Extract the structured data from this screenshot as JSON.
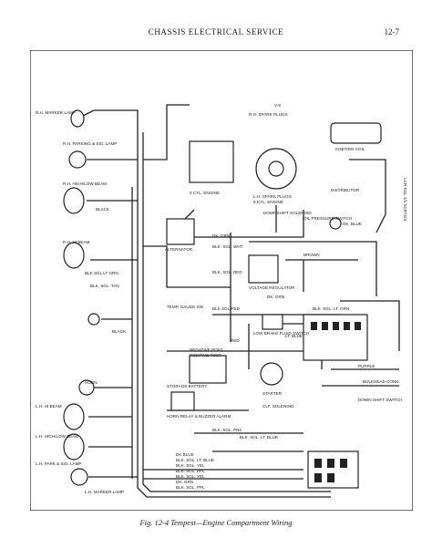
{
  "header": {
    "title": "CHASSIS ELECTRICAL SERVICE",
    "page": "12-7"
  },
  "caption": "Fig. 12-4  Tempest—Engine Compartment Wiring",
  "labels": {
    "rh_marker_lamp": "R.H. MARKER LAMP",
    "rh_park_side": "R.H. PARKING & SIG. LAMP",
    "rh_hilo": "R.H. HIGH/LOW BEAM",
    "black": "BLACK",
    "rh_hibeam": "R.H. HI BEAM",
    "blk_sgl_ltgrn": "BLK SGL LT GRN",
    "blk_sgl_tan": "BLK. SGL. TAN",
    "front_black": "BLACK",
    "cyl6": "6 CYL. ENGINE",
    "cyl8": "8 CYL. ENGINE",
    "spark_rh": "R.H. SPARK PLUGS",
    "spark_lh": "L.H. SPARK PLUGS",
    "v8": "V-8",
    "ign_coil": "IGNITION COIL",
    "distributor": "DISTRIBUTOR",
    "downshift_sol": "DOWNSHIFT SOLENOID",
    "oil_press_sw": "OIL PRESSURE SWITCH",
    "dk_blue": "DK. BLUE",
    "alternator": "ALTERNATOR",
    "dk_grn": "DK. GRN",
    "blk_sgl_wht": "BLK. SGL. WHT",
    "brown": "BROWN",
    "blk_sgl_red": "BLK. SGL. RED",
    "voltage_reg": "VOLTAGE REGULATOR",
    "dk_grn2": "DK. GRN",
    "temp_gauge": "TEMP. GAUGE SW.",
    "blk_sgl_red2": "BLK SGL RED",
    "low_brake": "LOW BRAKE FLUID SWITCH",
    "blk_sgl_ltgrn2": "BLK. SGL. LT. GRN",
    "horn_relay": "HORN RELAY & BUZZER ALARM",
    "storage_battery": "STORAGE BATTERY",
    "neg_post": "NEGATIVE POST",
    "pos_post": "POSITIVE POST",
    "starter": "STARTER",
    "starter_sol": "CLF. SOLENOID",
    "red": "RED",
    "purple": "PURPLE",
    "bulkhead": "BULKHEAD CONN.",
    "dimmer": "DOWN SHIFT SWITCH",
    "lh_hibeam": "L.H. HI BEAM",
    "lh_hilo": "L.H. HIGH/LOW BEAM",
    "lh_park": "L.H. PARK & SIG. LAMP",
    "lh_marker": "L.H. MARKER LAMP",
    "w1": "BLK. SGL. PNK",
    "w2": "DK BLUE",
    "w3": "BLK. SGL. LT. BLUE",
    "w4": "BLK. SGL. YEL",
    "w5": "BLK. SGL. PPL",
    "w6": "BLK. SGL. PPL",
    "w7": "DK. GRN",
    "w8": "BLK. SGL. YEL",
    "w9": "BLK. SGL. LT. BLUE",
    "side": "LCR SGL 1/1 SCRTOS",
    "horn": "HORN",
    "lt_blue": "LT. BLUE"
  }
}
